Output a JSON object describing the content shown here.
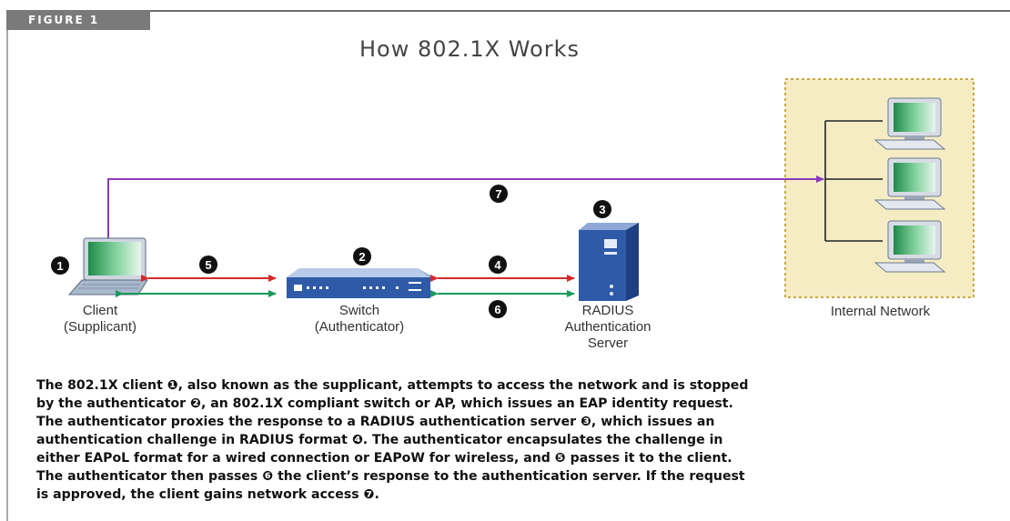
{
  "figure_label": "FIGURE 1",
  "title": "How 802.1X Works",
  "nodes": {
    "client": {
      "line1": "Client",
      "line2": "(Supplicant)"
    },
    "switch": {
      "line1": "Switch",
      "line2": "(Authenticator)"
    },
    "server": {
      "line1": "RADIUS",
      "line2": "Authentication",
      "line3": "Server"
    },
    "network": {
      "line1": "Internal Network"
    }
  },
  "markers": {
    "m1": "1",
    "m2": "2",
    "m3": "3",
    "m4": "4",
    "m5": "5",
    "m6": "6",
    "m7": "7"
  },
  "colors": {
    "red_arrow": "#d42a2a",
    "green_arrow": "#1a9a5a",
    "purple_arrow": "#8a3ab8",
    "device_blue": "#2e5aa8",
    "network_box": "#f6ecc4",
    "network_border": "#c9a845"
  },
  "caption": {
    "lines": [
      "The 802.1X client ❶, also known as the supplicant, attempts to access the network and is stopped",
      "by the authenticator ❷, an 802.1X compliant switch or AP, which issues an EAP identity request.",
      "The authenticator proxies the response to a RADIUS authentication server ❸, which issues an",
      "authentication challenge in RADIUS format ❹. The authenticator encapsulates the challenge in",
      "either EAPoL format for a wired connection or EAPoW for wireless, and ❺ passes it to the client.",
      "The authenticator then passes ❻ the client’s response to the authentication server. If the request",
      "is approved, the client gains network access ❼."
    ]
  }
}
